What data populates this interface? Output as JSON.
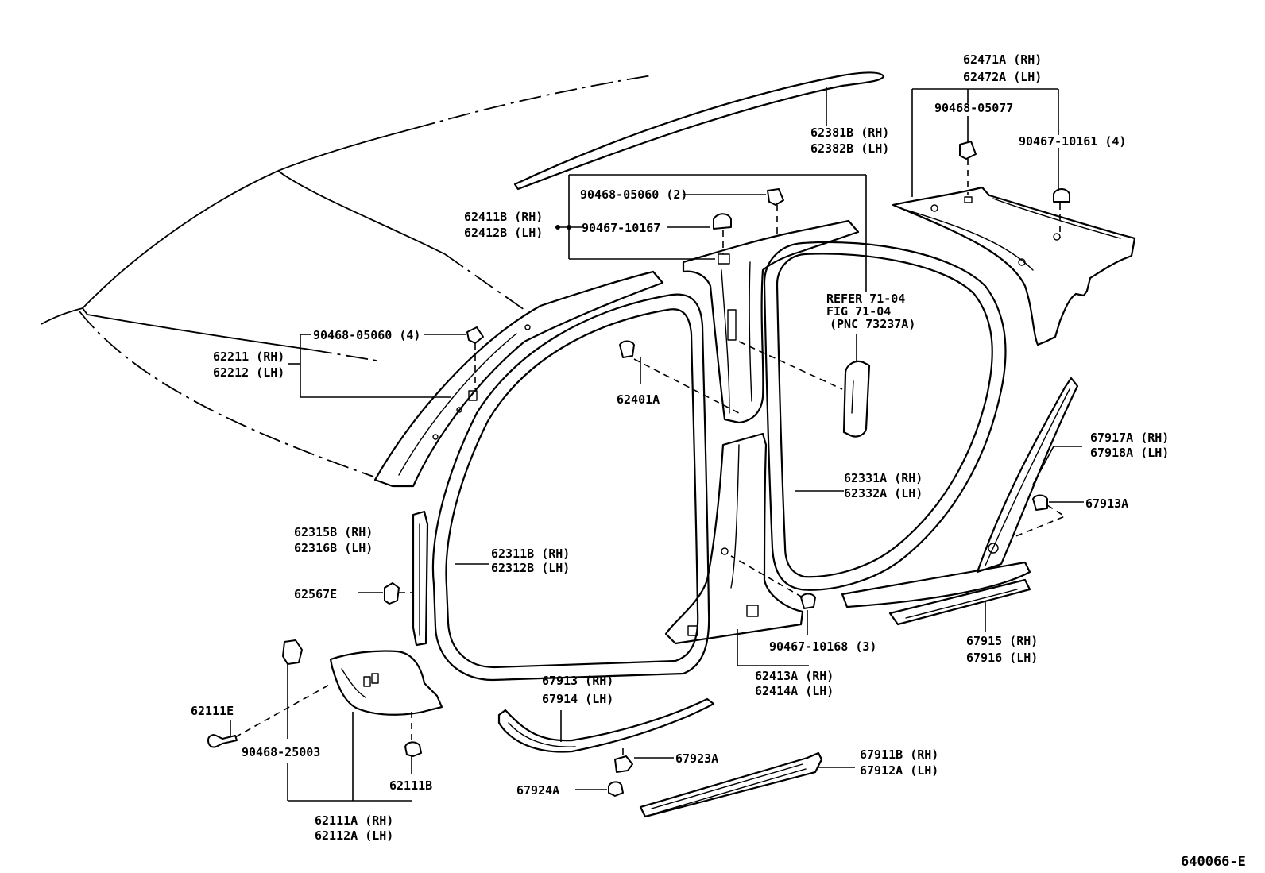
{
  "labels": {
    "p62471a": "62471A (RH)",
    "p62472a": "62472A (LH)",
    "p90468_05077": "90468-05077",
    "p90467_10161": "90467-10161 (4)",
    "p62381b": "62381B (RH)",
    "p62382b": "62382B (LH)",
    "p90468_05060_2": "90468-05060 (2)",
    "p62411b": "62411B (RH)",
    "p62412b": "62412B (LH)",
    "p90467_10167": "90467-10167",
    "ref_line1": "REFER 71-04",
    "ref_line2": "FIG 71-04",
    "ref_line3": "(PNC 73237A)",
    "p90468_05060_4": "90468-05060 (4)",
    "p62211": "62211 (RH)",
    "p62212": "62212 (LH)",
    "p62401a": "62401A",
    "p67917a": "67917A (RH)",
    "p67918a": "67918A (LH)",
    "p62331a": "62331A (RH)",
    "p62332a": "62332A (LH)",
    "p67913a": "67913A",
    "p62315b": "62315B (RH)",
    "p62316b": "62316B (LH)",
    "p62311b": "62311B (RH)",
    "p62312b": "62312B (LH)",
    "p62567e": "62567E",
    "p90467_10168": "90467-10168 (3)",
    "p67915": "67915 (RH)",
    "p67916": "67916 (LH)",
    "p62413a": "62413A (RH)",
    "p62414a": "62414A (LH)",
    "p67913": "67913 (RH)",
    "p67914": "67914 (LH)",
    "p62111e": "62111E",
    "p90468_25003": "90468-25003",
    "p67923a": "67923A",
    "p62111b": "62111B",
    "p67911b": "67911B (RH)",
    "p67912a": "67912A (LH)",
    "p67924a": "67924A",
    "p62111a": "62111A (RH)",
    "p62112a": "62112A (LH)",
    "fig_id": "640066-E"
  }
}
